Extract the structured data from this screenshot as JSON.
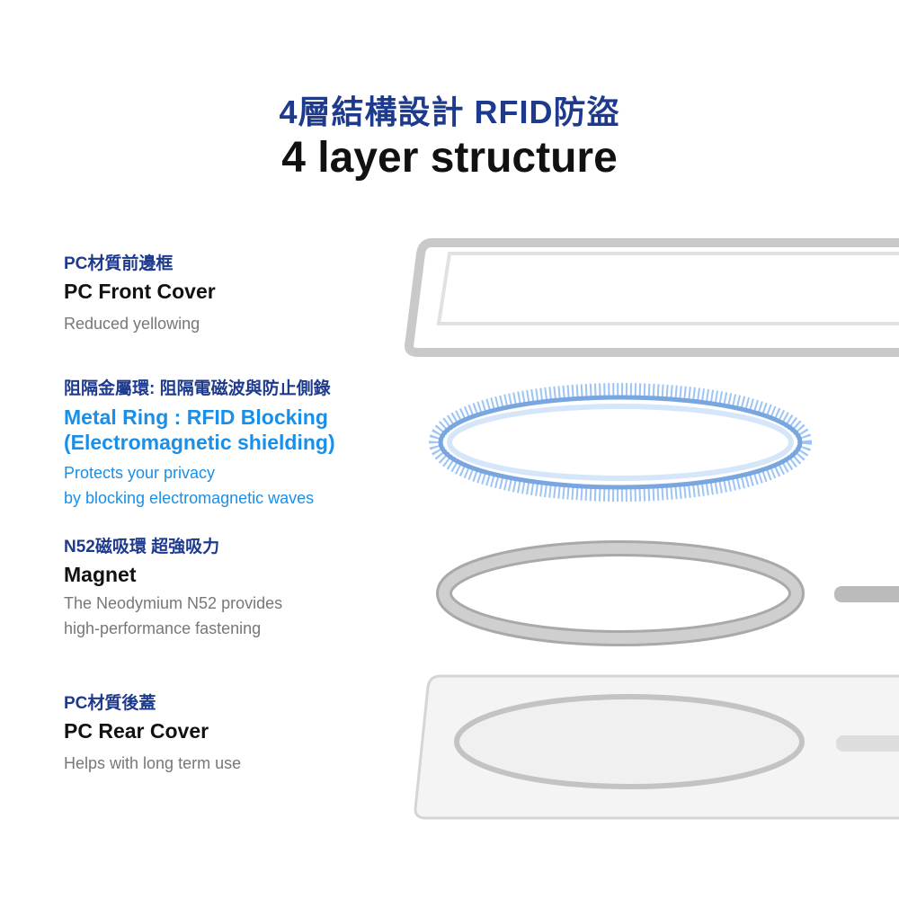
{
  "title_zh": "4層結構設計  RFID防盜",
  "title_en": "4 layer structure",
  "layers": [
    {
      "zh": "PC材質前邊框",
      "en": "PC Front Cover",
      "desc": [
        "Reduced yellowing"
      ]
    },
    {
      "zh": "阻隔金屬環: 阻隔電磁波與防止側錄",
      "en": [
        "Metal Ring : RFID Blocking",
        "(Electromagnetic shielding)"
      ],
      "desc": [
        "Protects your privacy",
        "by blocking electromagnetic waves"
      ]
    },
    {
      "zh": "N52磁吸環 超強吸力",
      "en": "Magnet",
      "desc": [
        "The Neodymium N52 provides",
        "high-performance fastening"
      ]
    },
    {
      "zh": "PC材質後蓋",
      "en": "PC Rear Cover",
      "desc": [
        "Helps with long term use"
      ]
    }
  ],
  "colors": {
    "navy": "#1e3a8c",
    "blue": "#1a8fe8"
  }
}
